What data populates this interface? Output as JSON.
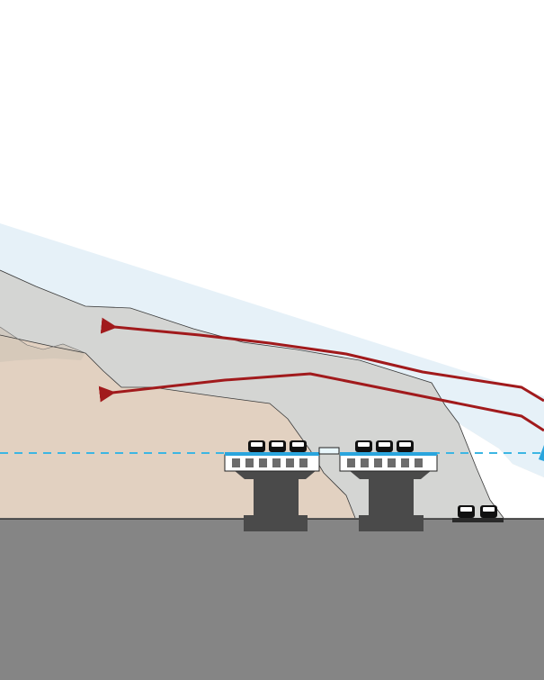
{
  "diagram": {
    "colors": {
      "background": "#ffffff",
      "sky_band": "#e6f1f8",
      "upper_terrain": "#d4d5d3",
      "lower_terrain": "#e2d1c1",
      "ground": "#858585",
      "ground_edge": "#2a2a2a",
      "terrain_outline": "#3a3a3a",
      "arrow": "#a11a1c",
      "dashed_line": "#3cb6e3",
      "pier": "#4a4a4a",
      "deck_blue": "#2aa5dd",
      "car": "#111111",
      "barrier": "#e9f7fc"
    },
    "elements": {
      "arrows": [
        {
          "name": "upper-sight-line-arrow"
        },
        {
          "name": "lower-sight-line-arrow"
        }
      ],
      "structures": [
        {
          "name": "left-overpass-pier"
        },
        {
          "name": "right-overpass-pier"
        },
        {
          "name": "ground-level-road"
        }
      ]
    }
  }
}
